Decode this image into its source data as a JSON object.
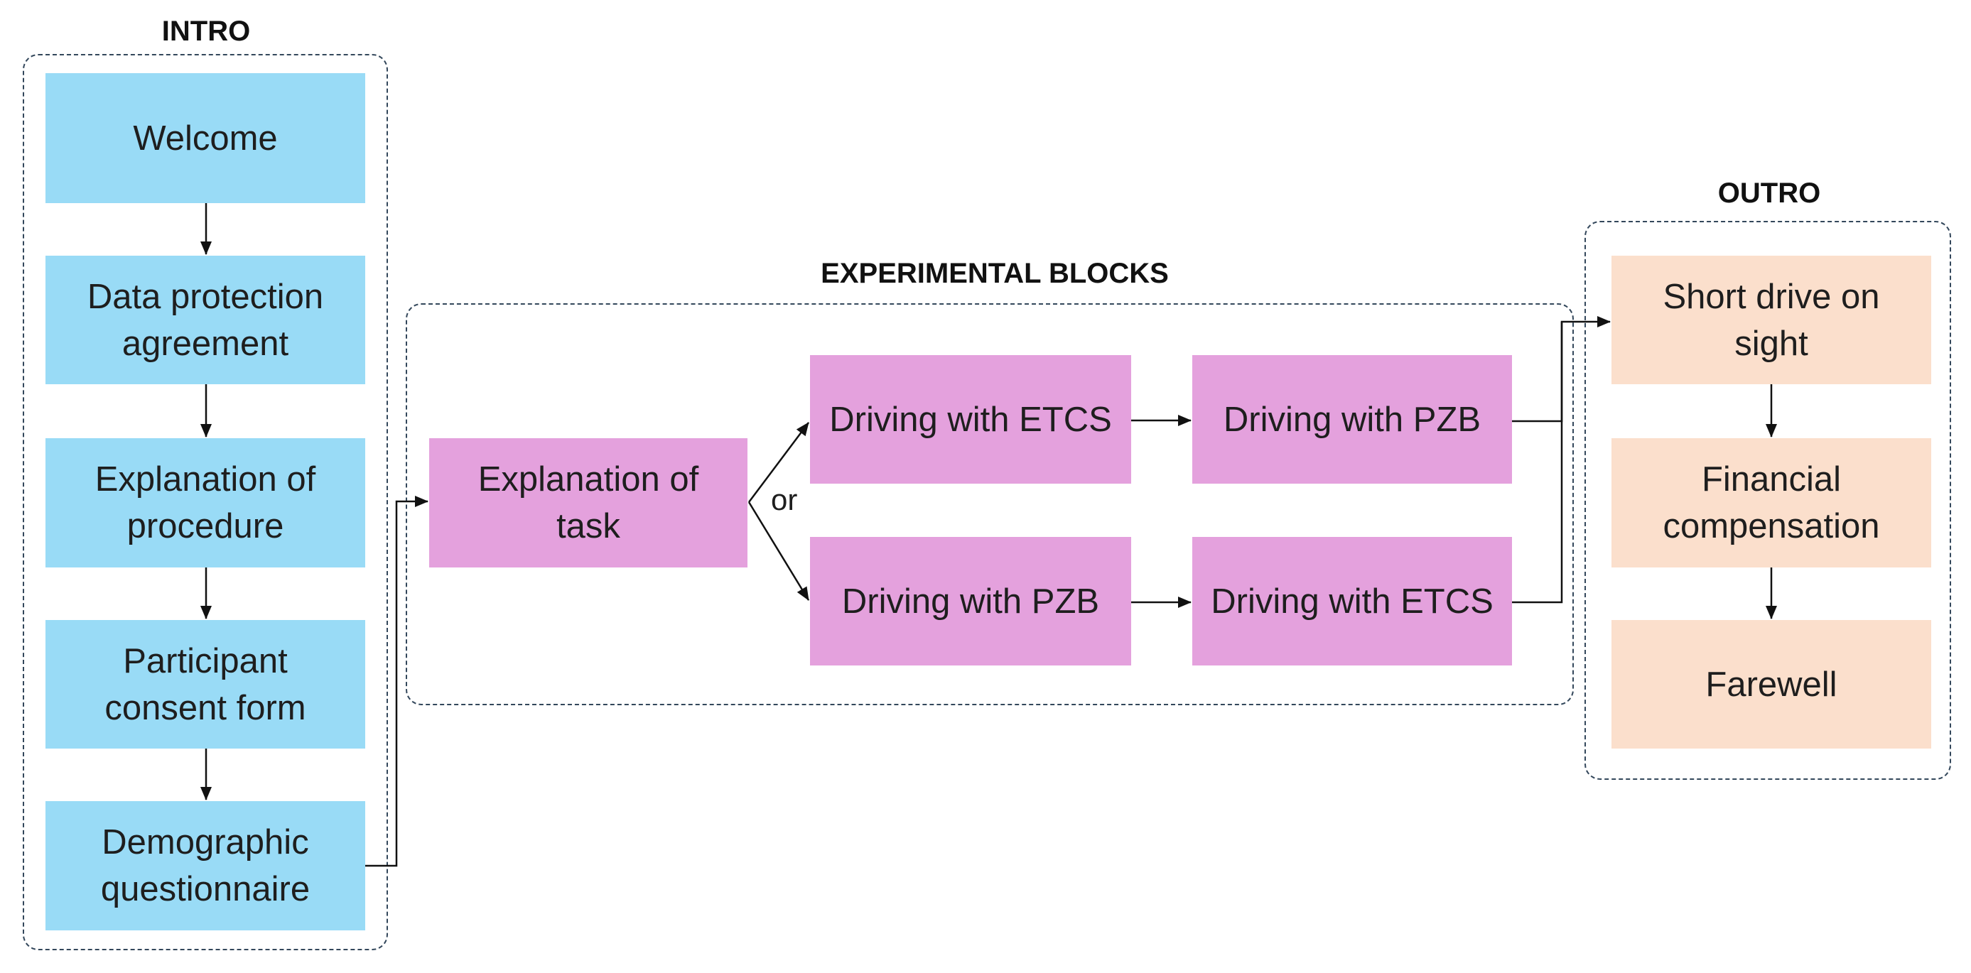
{
  "colors": {
    "intro_fill": "#99dbf6",
    "experimental_fill": "#e4a1dd",
    "outro_fill": "#fbdfcc",
    "group_border": "#33475b",
    "arrow": "#111111"
  },
  "intro": {
    "title": "INTRO",
    "steps": [
      {
        "label": "Welcome"
      },
      {
        "label": "Data protection agreement"
      },
      {
        "label": "Explanation of procedure"
      },
      {
        "label": "Participant consent form"
      },
      {
        "label": "Demographic questionnaire"
      }
    ]
  },
  "experimental": {
    "title": "EXPERIMENTAL BLOCKS",
    "task": "Explanation of task",
    "or_label": "or",
    "branch_a": {
      "first": "Driving with ETCS",
      "second": "Driving with PZB"
    },
    "branch_b": {
      "first": "Driving with PZB",
      "second": "Driving with ETCS"
    }
  },
  "outro": {
    "title": "OUTRO",
    "steps": [
      {
        "label": "Short drive on sight"
      },
      {
        "label": "Financial compensation"
      },
      {
        "label": "Farewell"
      }
    ]
  }
}
